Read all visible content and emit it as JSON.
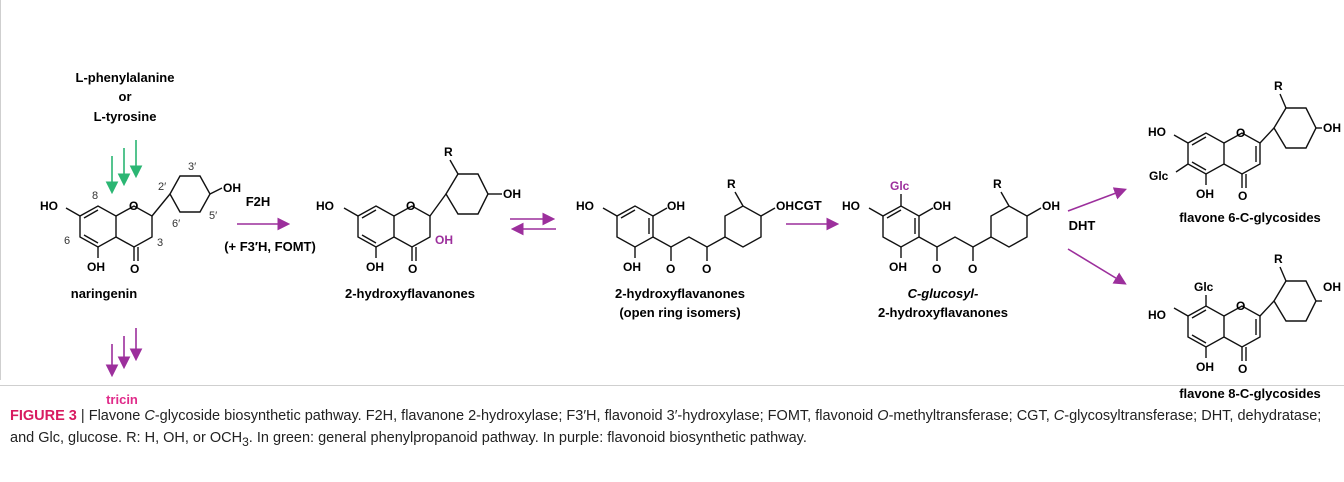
{
  "figure_title": "Flavone C-glycoside biosynthetic pathway",
  "colors": {
    "green": "#2bb673",
    "purple": "#9c2f9c",
    "magenta": "#e02b8a",
    "caption_label": "#d81b60"
  },
  "precursors": {
    "line1": "L-phenylalanine",
    "line2": "or",
    "line3": "L-tyrosine"
  },
  "compounds": {
    "naringenin": "naringenin",
    "tricin": "tricin",
    "hydroxyflavanones": "2-hydroxyflavanones",
    "open_ring_line1": "2-hydroxyflavanones",
    "open_ring_line2": "(open ring isomers)",
    "c_glucosyl_line1": "C-glucosyl-",
    "c_glucosyl_line2": "2-hydroxyflavanones",
    "flavone_6c": "flavone 6-C-glycosides",
    "flavone_8c": "flavone 8-C-glycosides"
  },
  "enzymes": {
    "f2h": "F2H",
    "f2h_sub": "(+ F3′H, FOMT)",
    "cgt": "CGT",
    "dht": "DHT"
  },
  "atoms": {
    "ho": "HO",
    "oh": "OH",
    "o": "O",
    "r": "R",
    "glc": "Glc"
  },
  "ring_numbers": {
    "n8": "8",
    "n6": "6",
    "n3": "3",
    "n2p": "2′",
    "n3p": "3′",
    "n5p": "5′",
    "n6p": "6′"
  },
  "caption": {
    "label": "FIGURE 3",
    "separator": "|",
    "text_1": "Flavone ",
    "text_1_italic": "C",
    "text_2": "-glycoside biosynthetic pathway. F2H, flavanone 2-hydroxylase; F3′H, flavonoid 3′-hydroxylase; FOMT, flavonoid ",
    "text_2_italic": "O",
    "text_3": "-methyltransferase; CGT,",
    "text_4_italic": "C",
    "text_4": "-glycosyltransferase; DHT, dehydratase; and Glc, glucose. R: H, OH, or OCH",
    "text_4_sub": "3",
    "text_5": ". In green: general phenylpropanoid pathway. In purple: flavonoid biosynthetic pathway."
  }
}
